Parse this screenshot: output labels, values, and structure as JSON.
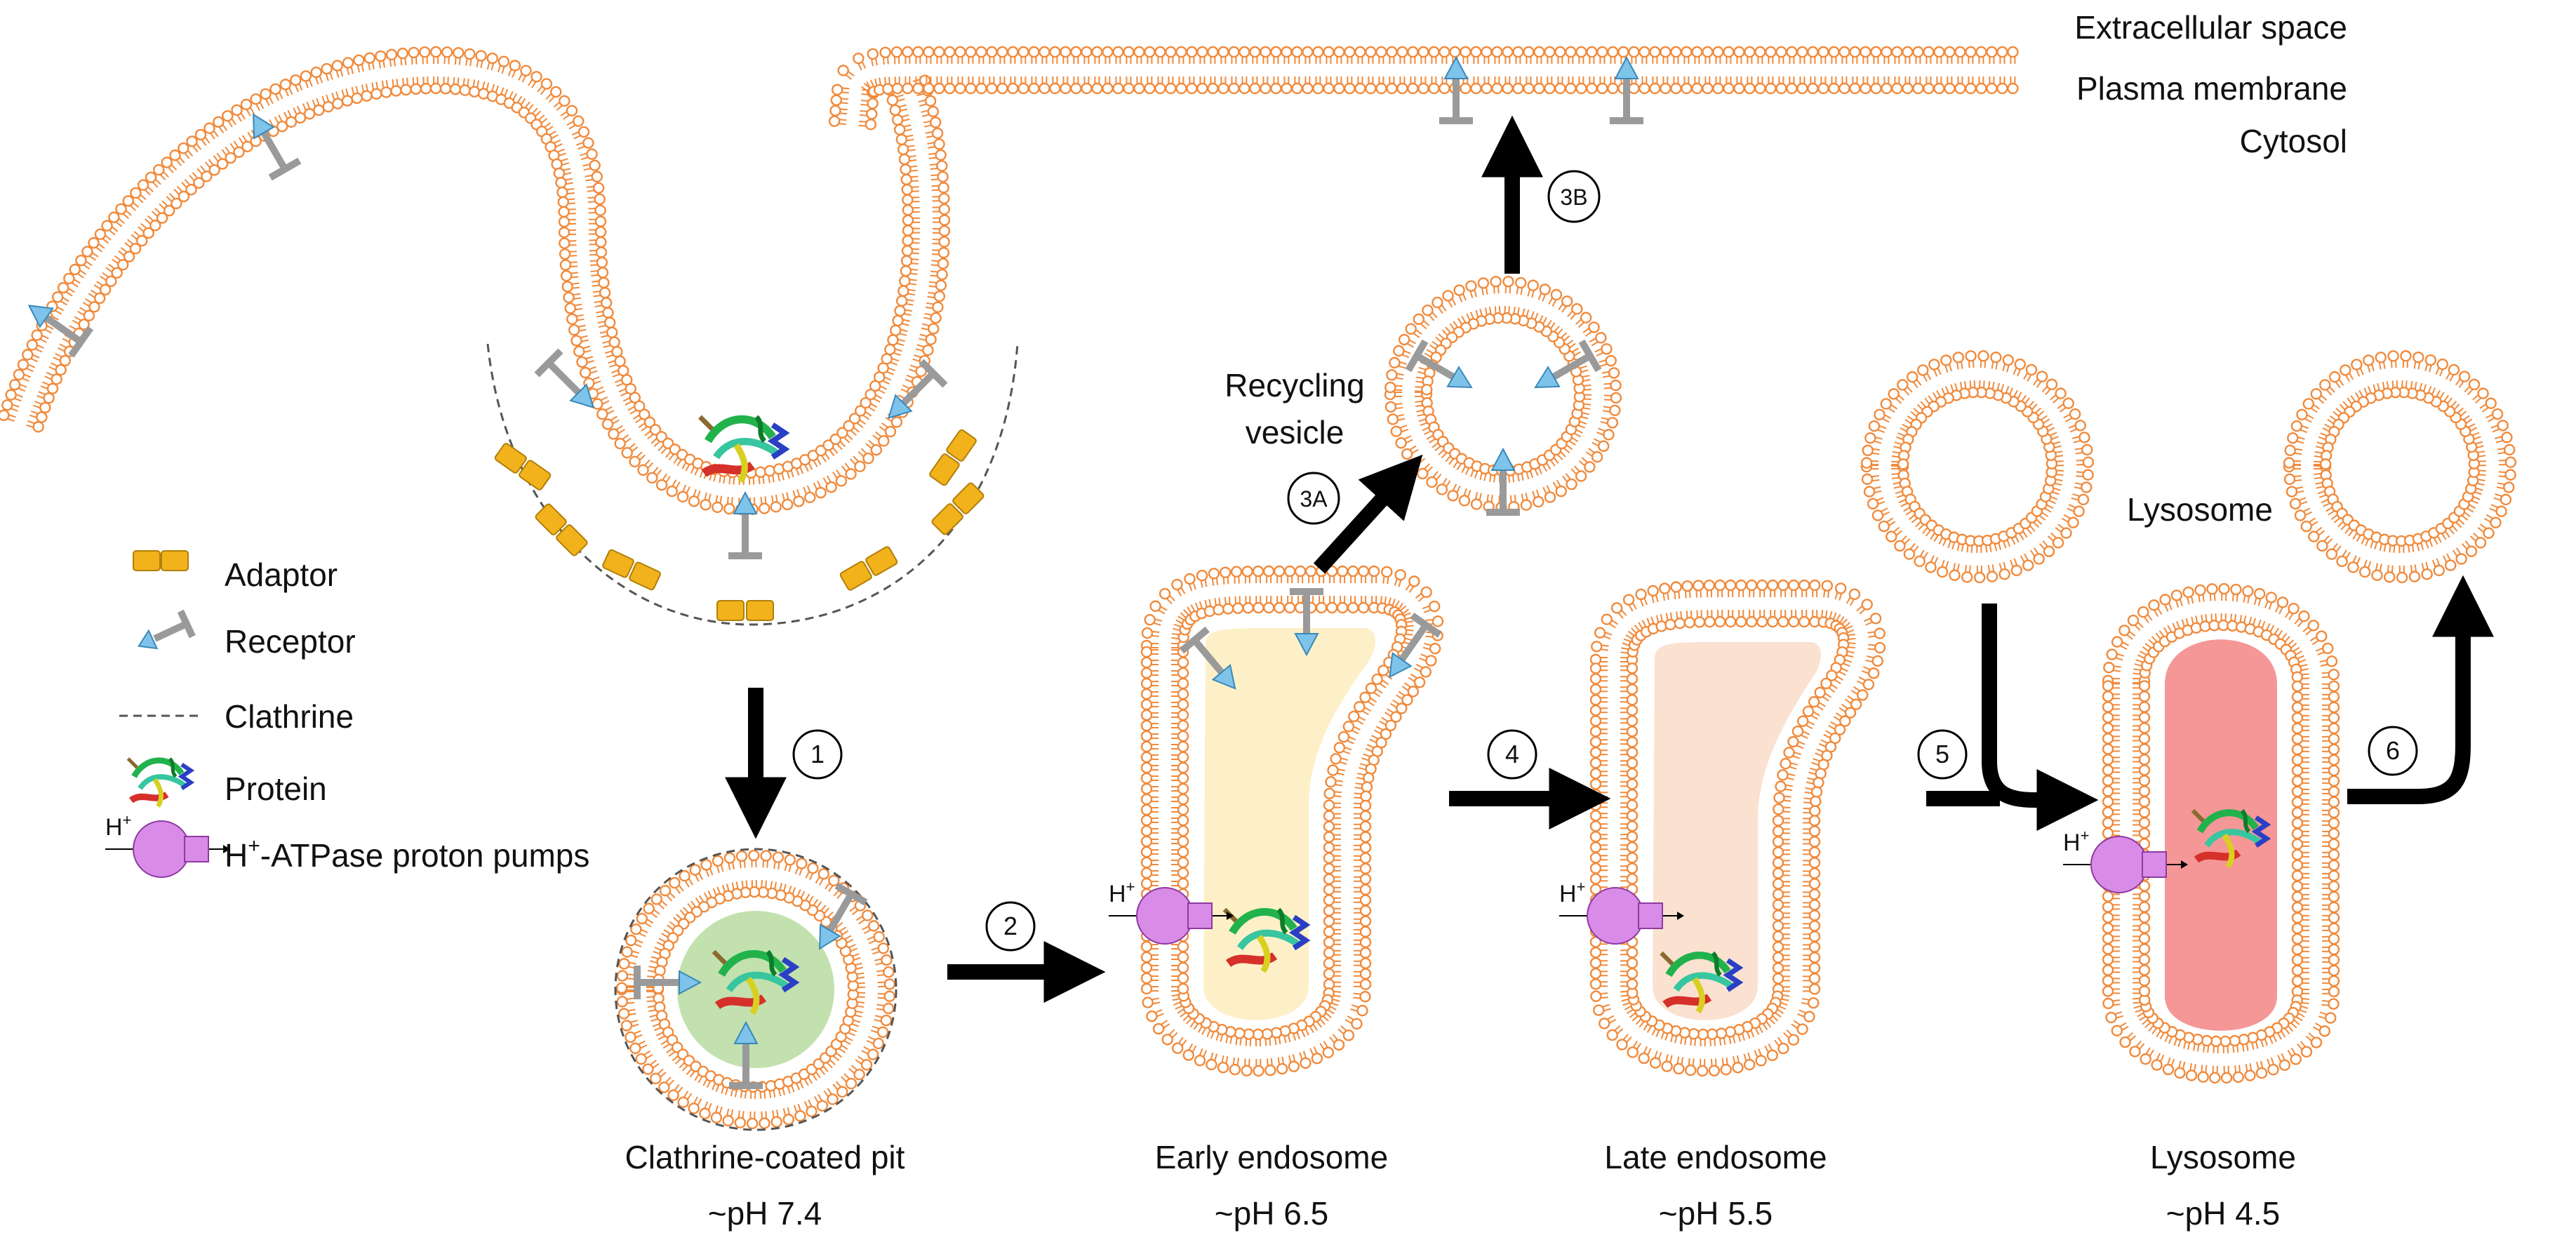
{
  "regions": {
    "extracellular": "Extracellular space",
    "plasma_membrane": "Plasma membrane",
    "cytosol": "Cytosol"
  },
  "legend": {
    "adaptor": "Adaptor",
    "receptor": "Receptor",
    "clathrine": "Clathrine",
    "protein": "Protein",
    "pump_prefix": "H",
    "pump_suffix": "-ATPase proton pumps"
  },
  "h_plus": {
    "base": "H",
    "sup": "+"
  },
  "steps": {
    "s1": "1",
    "s2": "2",
    "s3a": "3A",
    "s3b": "3B",
    "s4": "4",
    "s5": "5",
    "s6": "6"
  },
  "labels": {
    "recycling_1": "Recycling",
    "recycling_2": "vesicle",
    "lysosome_top": "Lysosome"
  },
  "stages": [
    {
      "name": "Clathrine-coated pit",
      "ph": "~pH 7.4"
    },
    {
      "name": "Early endosome",
      "ph": "~pH 6.5"
    },
    {
      "name": "Late endosome",
      "ph": "~pH 5.5"
    },
    {
      "name": "Lysosome",
      "ph": "~pH 4.5"
    }
  ],
  "colors": {
    "membrane": "#f08a3c",
    "adaptor": "#f2b21b",
    "receptor_head": "#7ec3ea",
    "receptor_stem": "#9a9a9a",
    "pump": "#d98be8",
    "pit_fill": "#b7dca0",
    "early_fill": "#fdf0c8",
    "late_fill": "#fbe1d0",
    "lysosome_fill": "#f59797"
  }
}
